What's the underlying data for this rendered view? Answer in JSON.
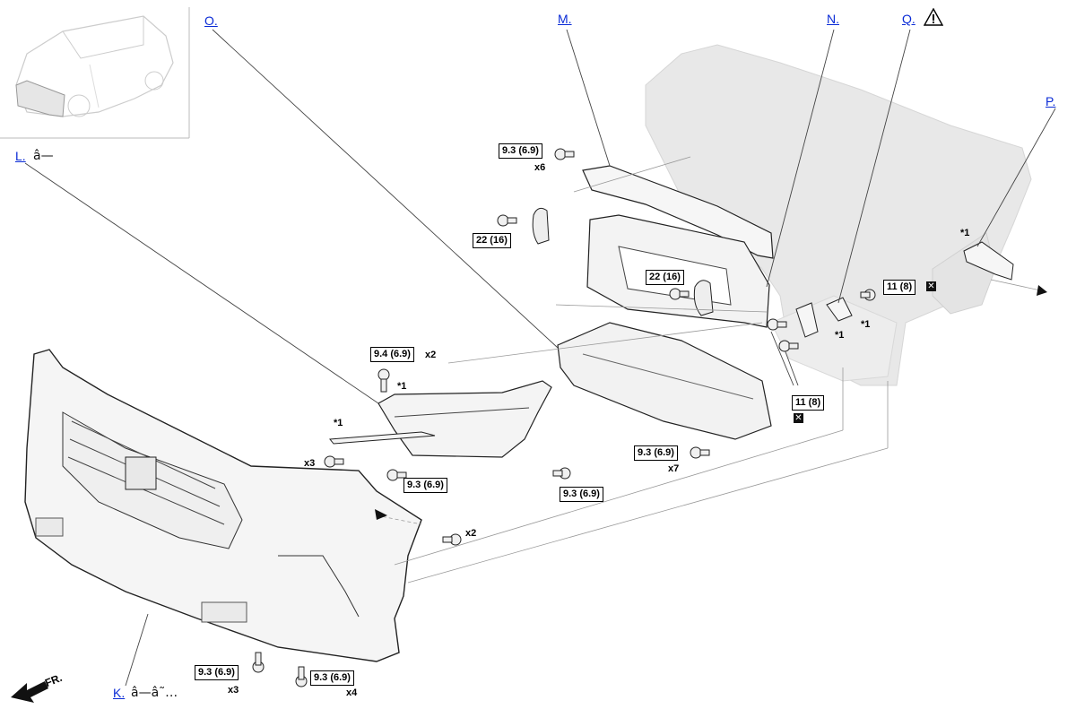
{
  "callouts": {
    "O": "O.",
    "M": "M.",
    "N": "N.",
    "Q": "Q.",
    "P": "P.",
    "L": "L.",
    "K": "K."
  },
  "callout_suffixes": {
    "L": "â—",
    "K": "â—â˜…"
  },
  "torques": {
    "t_m": "9.3 (6.9)",
    "t_horn1": "22 (16)",
    "t_horn2": "22 (16)",
    "t_q_top": "11 (8)",
    "t_q_bot": "11 (8)",
    "t_l_top": "9.4 (6.9)",
    "t_l_mid": "9.3 (6.9)",
    "t_l_right": "9.3 (6.9)",
    "t_o": "9.3 (6.9)",
    "t_k_left": "9.3 (6.9)",
    "t_k_right": "9.3 (6.9)"
  },
  "quantities": {
    "q_m": "x6",
    "q_l_top": "x2",
    "q_l_left": "x3",
    "q_o": "x7",
    "q_bumper": "x2",
    "q_k_left": "x3",
    "q_k_right": "x4"
  },
  "notes": {
    "n_star_l": "*1",
    "n_star_strip": "*1",
    "n_star_q1": "*1",
    "n_star_q2": "*1",
    "n_star_p": "*1"
  },
  "front_label": "FR.",
  "replace_symbol": "✕"
}
